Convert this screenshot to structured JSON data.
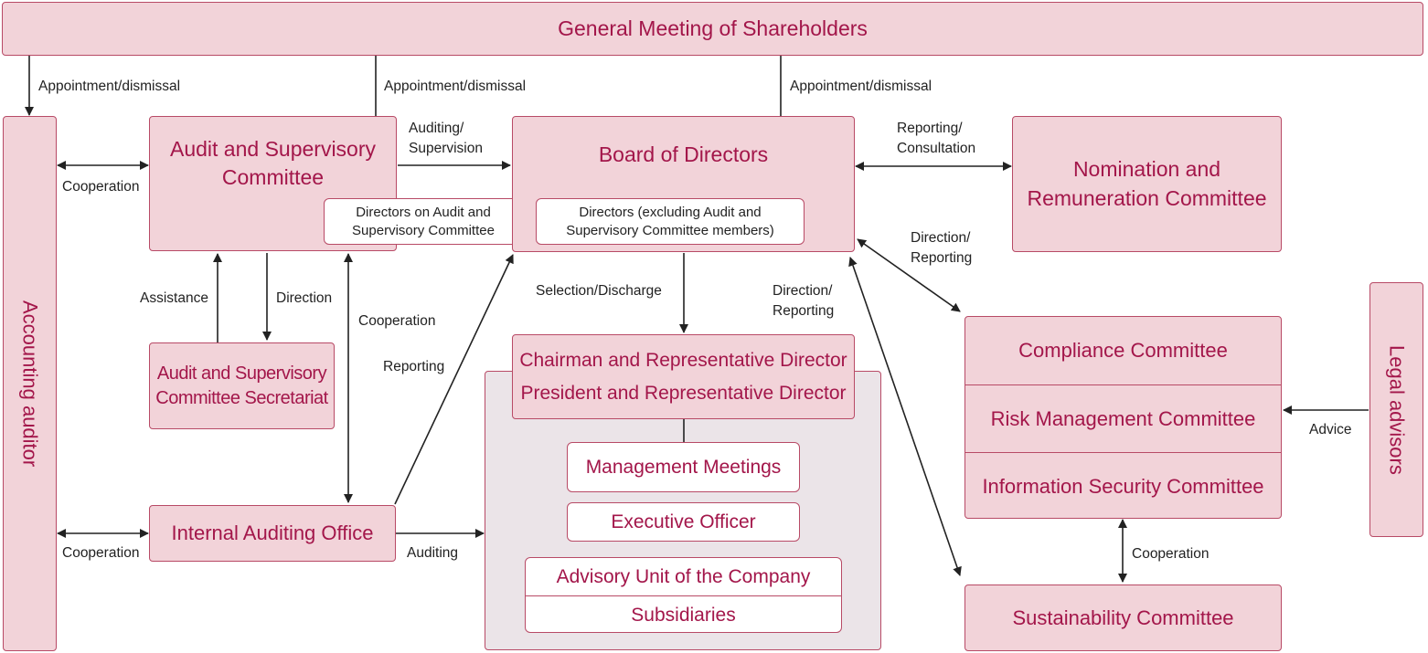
{
  "boxes": {
    "shareholders": "General Meeting of Shareholders",
    "accounting_auditor": "Accounting auditor",
    "audit_committee": "Audit and Supervisory Committee",
    "directors_on_audit": "Directors on Audit and Supervisory Committee",
    "board": "Board of Directors",
    "directors_excluding": "Directors (excluding Audit and Supervisory Committee members)",
    "nomination": "Nomination and Remuneration Committee",
    "secretariat": "Audit and Supervisory Committee Secretariat",
    "internal_audit": "Internal Auditing Office",
    "chairman": "Chairman and Representative Director",
    "president": "President and Representative Director",
    "management_meetings": "Management Meetings",
    "executive_officer": "Executive Officer",
    "advisory_unit": "Advisory Unit of the Company",
    "subsidiaries": "Subsidiaries",
    "compliance": "Compliance Committee",
    "risk": "Risk Management Committee",
    "infosec": "Information Security Committee",
    "sustainability": "Sustainability Committee",
    "legal_advisors": "Legal advisors"
  },
  "labels": {
    "appointment_1": "Appointment/dismissal",
    "appointment_2": "Appointment/dismissal",
    "appointment_3": "Appointment/dismissal",
    "cooperation_1": "Cooperation",
    "cooperation_2": "Cooperation",
    "cooperation_3": "Cooperation",
    "cooperation_4": "Cooperation",
    "auditing_supervision": "Auditing/ Supervision",
    "reporting_consultation": "Reporting/ Consultation",
    "direction_reporting_1": "Direction/ Reporting",
    "direction_reporting_2": "Direction/ Reporting",
    "assistance": "Assistance",
    "direction": "Direction",
    "reporting": "Reporting",
    "selection_discharge": "Selection/Discharge",
    "auditing": "Auditing",
    "advice": "Advice"
  },
  "colors": {
    "box_fill": "#f2d3d9",
    "box_border": "#b84a66",
    "box_text": "#a3164a",
    "exec_area_fill": "#ebe4e8",
    "arrow": "#222222"
  }
}
